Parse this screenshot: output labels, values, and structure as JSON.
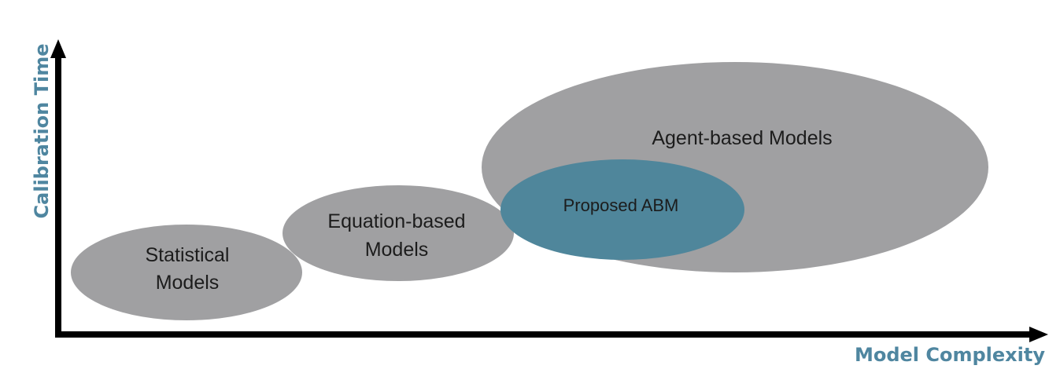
{
  "diagram": {
    "type": "bubble-positioning-diagram",
    "colors": {
      "axis": "#000000",
      "axis_label": "#4f86a0",
      "bubble_gray": "#a0a0a2",
      "bubble_highlight": "#4f869b",
      "text": "#1c1c1c"
    },
    "axes": {
      "x_label": "Model Complexity",
      "y_label": "Calibration Time"
    },
    "bubbles": [
      {
        "id": "statistical",
        "lines": [
          "Statistical",
          "Models"
        ],
        "highlight": false
      },
      {
        "id": "equation",
        "lines": [
          "Equation-based",
          "Models"
        ],
        "highlight": false
      },
      {
        "id": "agent",
        "lines": [
          "Agent-based Models"
        ],
        "highlight": false
      },
      {
        "id": "proposed",
        "lines": [
          "Proposed ABM"
        ],
        "highlight": true
      }
    ]
  }
}
